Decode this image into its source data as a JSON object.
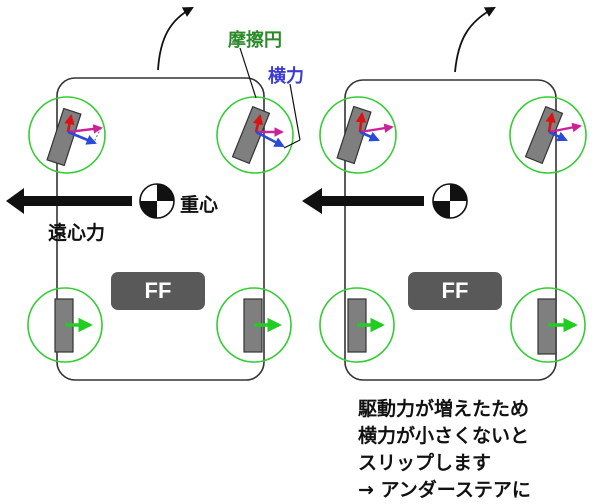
{
  "labels": {
    "friction_circle": "摩擦円",
    "lateral_force": "横力",
    "center_of_gravity": "重心",
    "centrifugal_force": "遠心力",
    "drive_left": "FF",
    "drive_right": "FF"
  },
  "note": [
    "駆動力が増えたため",
    "横力が小さくないと",
    "スリップします",
    "→ アンダーステアに"
  ],
  "colors": {
    "friction_circle": "#33cc33",
    "drive_arrow": "#22cc22",
    "lateral_arrow": "#2a4bd7",
    "resultant_arrow": "#cc2299",
    "red_arrow": "#dd1111",
    "tire": "#7f7f7f",
    "ff_box": "#595959"
  }
}
